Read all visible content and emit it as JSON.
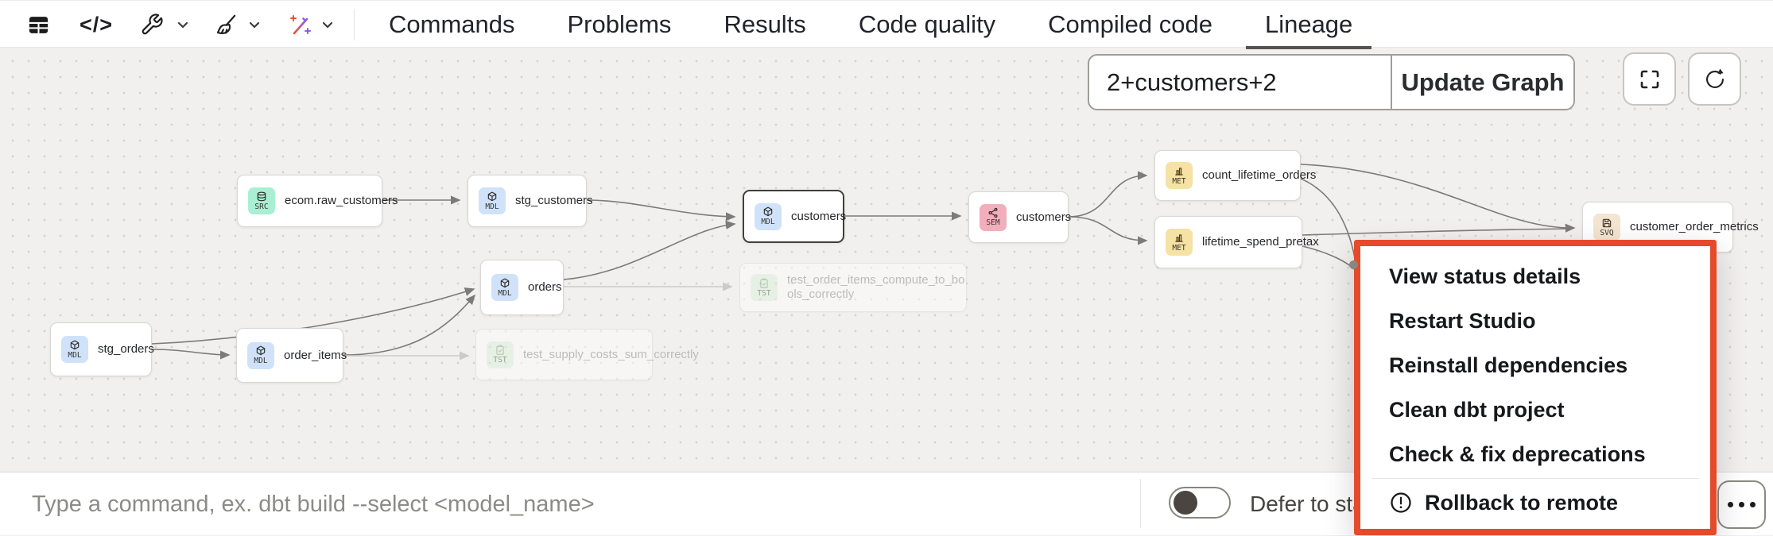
{
  "header": {
    "code_glyph": "</>",
    "icons": [
      "table-icon",
      "code-icon",
      "wrench-icon",
      "broom-icon",
      "magic-wand-icon",
      "chevron-down-icon"
    ],
    "tabs": [
      {
        "label": "Commands",
        "active": false
      },
      {
        "label": "Problems",
        "active": false
      },
      {
        "label": "Results",
        "active": false
      },
      {
        "label": "Code quality",
        "active": false
      },
      {
        "label": "Compiled code",
        "active": false
      },
      {
        "label": "Lineage",
        "active": true
      }
    ]
  },
  "lineage": {
    "selector": {
      "value": "2+customers+2",
      "button": "Update Graph"
    },
    "controls": [
      "fullscreen-icon",
      "refresh-icon"
    ],
    "badge_colors": {
      "SRC": "#a9efd4",
      "MDL": "#cfe2f9",
      "SEM": "#f2aebb",
      "MET": "#f5e2a4",
      "SVQ": "#f3e5d0",
      "TST": "#dbf0da"
    },
    "nodes": [
      {
        "label": "ecom.raw_customers",
        "type": "SRC"
      },
      {
        "label": "stg_customers",
        "type": "MDL"
      },
      {
        "label": "customers",
        "type": "MDL",
        "selected": true
      },
      {
        "label": "customers",
        "type": "SEM"
      },
      {
        "label": "count_lifetime_orders",
        "type": "MET"
      },
      {
        "label": "lifetime_spend_pretax",
        "type": "MET"
      },
      {
        "label": "customer_order_metrics",
        "type": "SVQ"
      },
      {
        "label": "orders",
        "type": "MDL"
      },
      {
        "label": "stg_orders",
        "type": "MDL"
      },
      {
        "label": "order_items",
        "type": "MDL"
      },
      {
        "label": "test_order_items_compute_to_bools_correctly",
        "type": "TST",
        "faded": true
      },
      {
        "label": "test_supply_costs_sum_correctly",
        "type": "TST",
        "faded": true
      }
    ]
  },
  "menu": {
    "highlight_color": "#e54a2b",
    "items": [
      {
        "label": "View status details"
      },
      {
        "label": "Restart Studio"
      },
      {
        "label": "Reinstall dependencies"
      },
      {
        "label": "Clean dbt project"
      },
      {
        "label": "Check & fix deprecations"
      }
    ],
    "warning_item": {
      "label": "Rollback to remote",
      "icon": "alert-circle-icon"
    }
  },
  "footer": {
    "placeholder": "Type a command, ex. dbt build --select <model_name>",
    "defer_label": "Defer to sta",
    "toggle_state": "off"
  }
}
